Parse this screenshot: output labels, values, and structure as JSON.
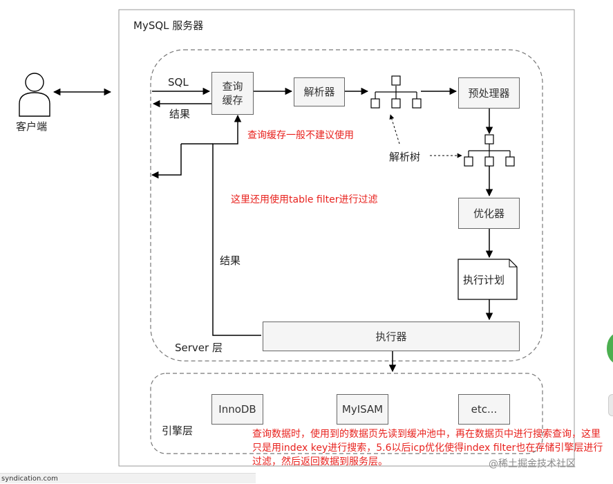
{
  "server": {
    "title": "MySQL 服务器",
    "layer_label": "Server 层"
  },
  "client": {
    "label": "客户端"
  },
  "flow": {
    "sql_label": "SQL",
    "result_label": "结果",
    "result_label_left": "结果",
    "parse_tree_label": "解析树"
  },
  "components": {
    "query_cache": "查询\n缓存",
    "parser": "解析器",
    "preprocessor": "预处理器",
    "optimizer": "优化器",
    "execution_plan": "执行计划",
    "executor": "执行器"
  },
  "engine": {
    "layer_label": "引擎层",
    "engines": [
      "InnoDB",
      "MyISAM",
      "etc..."
    ]
  },
  "notes": {
    "cache_note": "查询缓存一般不建议使用",
    "table_filter_note": "这里还用使用table filter进行过滤",
    "bottom_note": "查询数据时，使用到的数据页先读到缓冲池中，再在数据页中进行搜索查询，这里只是用index key进行搜索，5.6以后icp优化使得index filter也在存储引擎层进行过滤，然后返回数据到服务层。"
  },
  "watermark": "@稀土掘金技术社区",
  "status_bar": "syndication.com",
  "colors": {
    "note_red": "#e8221e",
    "box_fill": "#f5f5f5",
    "line": "#000000"
  }
}
